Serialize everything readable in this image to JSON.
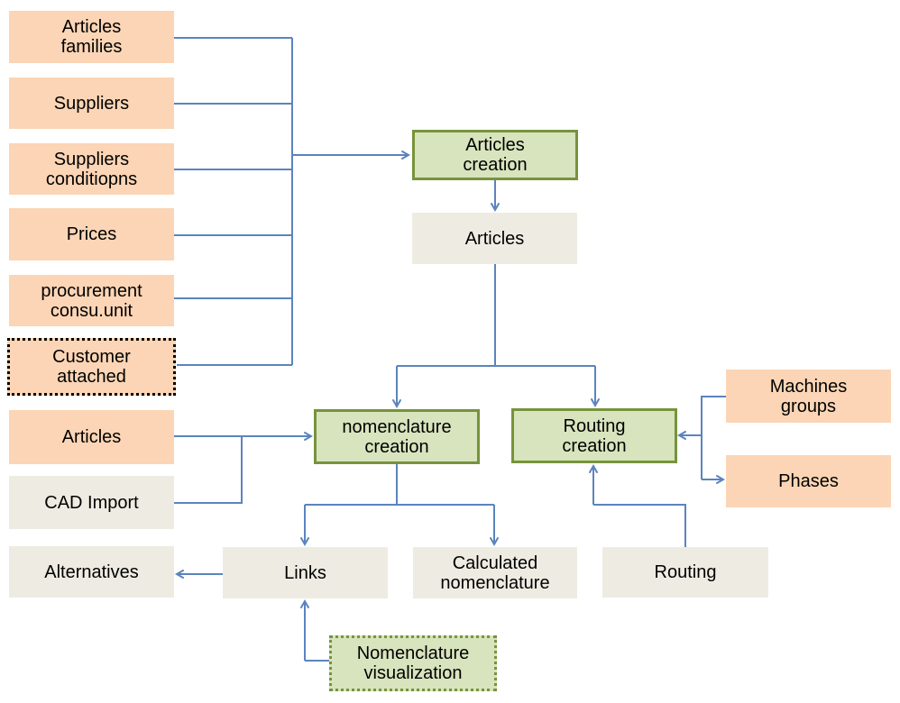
{
  "colors": {
    "orange_fill": "#fbd5b5",
    "neutral_fill": "#eeece2",
    "green_fill": "#d7e4bd",
    "green_border": "#77933c",
    "connector": "#5b84bd",
    "text": "#000000",
    "canvas_bg": "#ffffff"
  },
  "nodes": {
    "articles_families": {
      "label": "Articles\nfamilies"
    },
    "suppliers": {
      "label": "Suppliers"
    },
    "suppliers_conditions": {
      "label": "Suppliers\nconditiopns"
    },
    "prices": {
      "label": "Prices"
    },
    "procurement_consu_unit": {
      "label": "procurement\nconsu.unit"
    },
    "customer_attached": {
      "label": "Customer\nattached"
    },
    "articles_source": {
      "label": "Articles"
    },
    "cad_import": {
      "label": "CAD Import"
    },
    "alternatives": {
      "label": "Alternatives"
    },
    "articles_creation": {
      "label": "Articles\ncreation"
    },
    "articles": {
      "label": "Articles"
    },
    "nomenclature_creation": {
      "label": "nomenclature\ncreation"
    },
    "routing_creation": {
      "label": "Routing\ncreation"
    },
    "links": {
      "label": "Links"
    },
    "calculated_nomenclature": {
      "label": "Calculated\nnomenclature"
    },
    "routing": {
      "label": "Routing"
    },
    "nomenclature_visualization": {
      "label": "Nomenclature\nvisualization"
    },
    "machines_groups": {
      "label": "Machines\ngroups"
    },
    "phases": {
      "label": "Phases"
    }
  },
  "edges": [
    {
      "from": "articles_families",
      "to": "articles_creation"
    },
    {
      "from": "suppliers",
      "to": "articles_creation"
    },
    {
      "from": "suppliers_conditions",
      "to": "articles_creation"
    },
    {
      "from": "prices",
      "to": "articles_creation"
    },
    {
      "from": "procurement_consu_unit",
      "to": "articles_creation"
    },
    {
      "from": "customer_attached",
      "to": "articles_creation"
    },
    {
      "from": "articles_creation",
      "to": "articles"
    },
    {
      "from": "articles",
      "to": "nomenclature_creation"
    },
    {
      "from": "articles",
      "to": "routing_creation"
    },
    {
      "from": "articles_source",
      "to": "nomenclature_creation"
    },
    {
      "from": "cad_import",
      "to": "nomenclature_creation"
    },
    {
      "from": "nomenclature_creation",
      "to": "links"
    },
    {
      "from": "nomenclature_creation",
      "to": "calculated_nomenclature"
    },
    {
      "from": "links",
      "to": "alternatives"
    },
    {
      "from": "nomenclature_visualization",
      "to": "links"
    },
    {
      "from": "routing",
      "to": "routing_creation"
    },
    {
      "from": "machines_groups",
      "to": "routing_creation"
    },
    {
      "from": "machines_groups",
      "to": "phases"
    }
  ]
}
